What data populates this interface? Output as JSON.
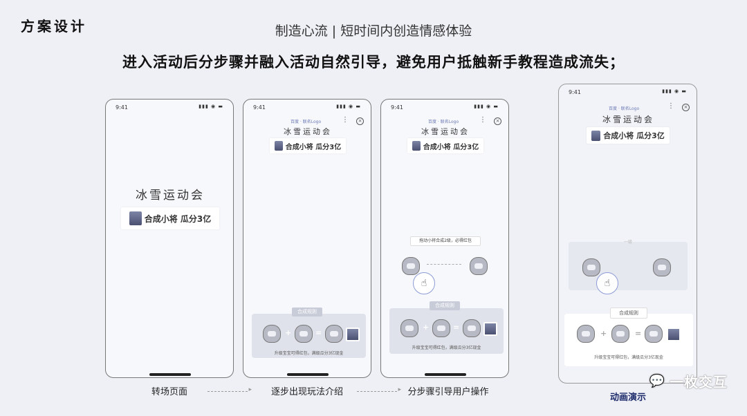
{
  "slide": {
    "title": "方案设计",
    "subtitle": "制造心流 | 短时间内创造情感体验",
    "headline": "进入活动后分步骤并融入活动自然引导，避免用户抵触新手教程造成流失；"
  },
  "phone_common": {
    "time": "9:41",
    "status_icons": "▮▮▮ ◉ ▬",
    "menu_icon": "⋮",
    "close_icon": "×",
    "logo_text": "百度 · 联名Logo",
    "event_title": "冰雪运动会",
    "event_subtitle": "合成小将 瓜分3亿",
    "rules_label": "合成规则",
    "rules_note": "升级宝宝可得红包，满级瓜分3亿现金",
    "hint_text": "拖动小将合成2级，必得红包",
    "hint_text_faded": "一级"
  },
  "captions": {
    "step1": "转场页面",
    "step2": "逐步出现玩法介绍",
    "step3": "分步骤引导用户操作",
    "demo": "动画演示"
  },
  "watermark": {
    "text": "一枚交互",
    "icon": "chat-bubbles-icon"
  }
}
